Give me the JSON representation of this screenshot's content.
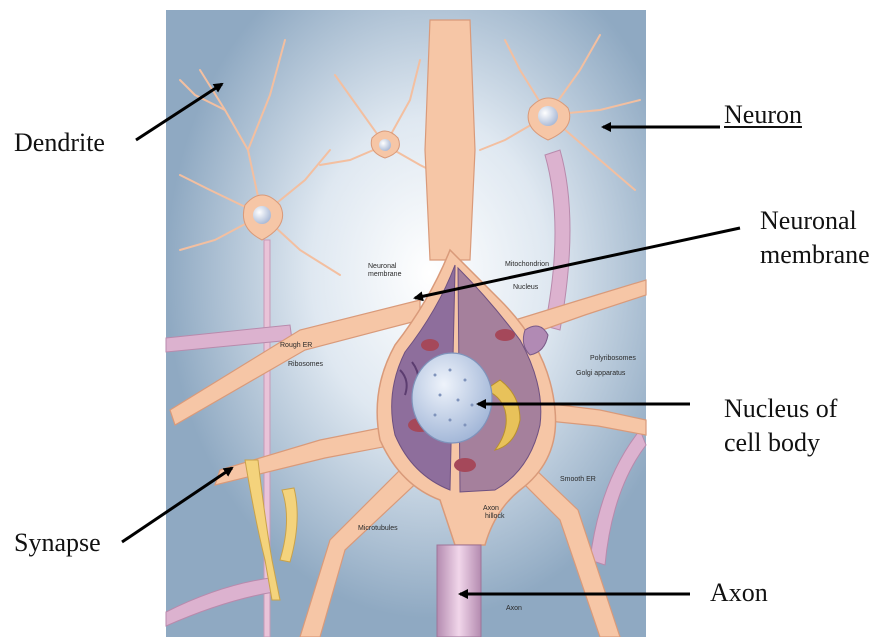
{
  "callouts": {
    "dendrite": "Dendrite",
    "neuron": "Neuron",
    "neuronal_membrane_line1": "Neuronal",
    "neuronal_membrane_line2": "membrane",
    "nucleus_line1": "Nucleus of",
    "nucleus_line2": "cell body",
    "synapse": "Synapse",
    "axon": "Axon"
  },
  "figure_labels": {
    "neuronal_membrane_1": "Neuronal",
    "neuronal_membrane_2": "membrane",
    "mitochondrion": "Mitochondrion",
    "nucleus": "Nucleus",
    "rough_er": "Rough ER",
    "ribosomes": "Ribosomes",
    "polyribosomes": "Polyribosomes",
    "golgi": "Golgi apparatus",
    "smooth_er": "Smooth ER",
    "axon_hillock_1": "Axon",
    "axon_hillock_2": "hillock",
    "microtubules": "Microtubules",
    "axon": "Axon"
  },
  "colors": {
    "background": "#aec3d6",
    "glow": "#ffffff",
    "neuron": "#f6c6a6",
    "neuron_edge": "#d99a7a",
    "soma_interior": "#8b6b9a",
    "nucleus": "#c9d8ee",
    "golgi": "#e8c25a",
    "mitochondria": "#a5485a",
    "myelin": "#d8a8c8",
    "arrow": "#000000"
  }
}
